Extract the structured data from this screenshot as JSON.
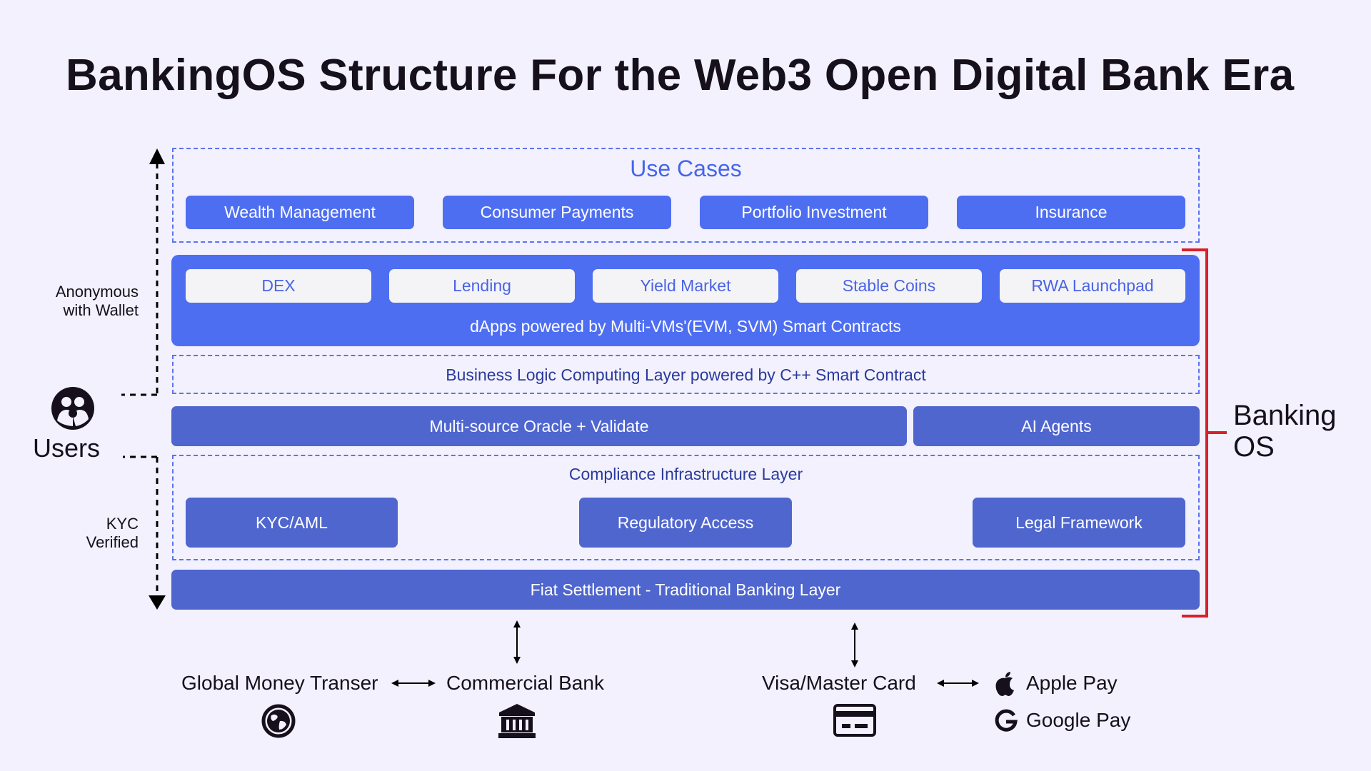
{
  "title": "BankingOS Structure For the Web3 Open Digital Bank Era",
  "use_cases": {
    "label": "Use Cases",
    "items": [
      "Wealth Management",
      "Consumer Payments",
      "Portfolio Investment",
      "Insurance"
    ]
  },
  "dapps": {
    "items": [
      "DEX",
      "Lending",
      "Yield Market",
      "Stable Coins",
      "RWA Launchpad"
    ],
    "caption": "dApps powered by Multi-VMs'(EVM, SVM) Smart Contracts"
  },
  "business_logic": "Business Logic Computing Layer powered by C++ Smart Contract",
  "oracle": "Multi-source Oracle + Validate",
  "ai_agents": "AI Agents",
  "compliance": {
    "label": "Compliance Infrastructure Layer",
    "items": [
      "KYC/AML",
      "Regulatory Access",
      "Legal Framework"
    ]
  },
  "fiat": "Fiat Settlement - Traditional Banking Layer",
  "users": {
    "label": "Users",
    "anonymous_line1": "Anonymous",
    "anonymous_line2": "with Wallet",
    "kyc_line1": "KYC",
    "kyc_line2": "Verified"
  },
  "banking_os": {
    "line1": "Banking",
    "line2": "OS"
  },
  "bottom": {
    "global_money": "Global Money Transer",
    "commercial_bank": "Commercial Bank",
    "visa_master": "Visa/Master Card",
    "apple_pay": "Apple Pay",
    "google_pay": "Google Pay"
  },
  "colors": {
    "background": "#f2f1fd",
    "primary_blue": "#4e6ef2",
    "layer_blue": "#4f66cf",
    "bracket_red": "#d8202a",
    "text_dark": "#16101c"
  },
  "icons": [
    "users-icon",
    "globe-icon",
    "bank-icon",
    "card-icon",
    "apple-icon",
    "google-icon"
  ]
}
